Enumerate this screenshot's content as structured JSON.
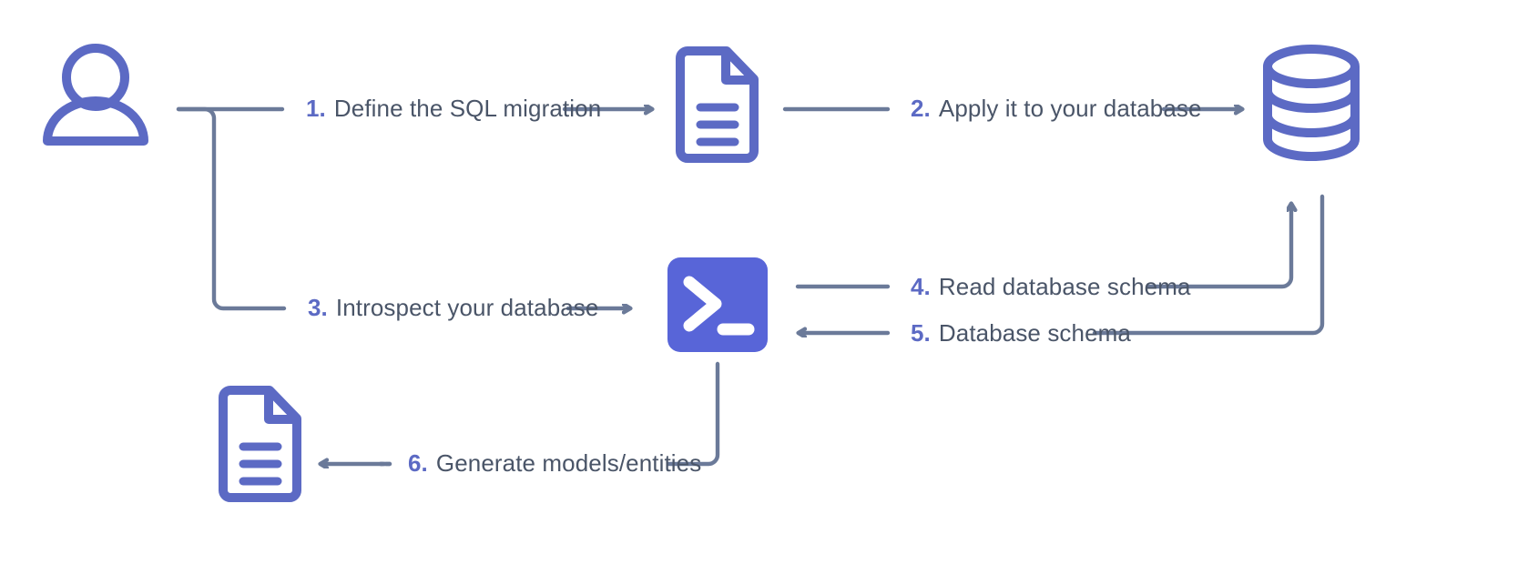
{
  "diagram": {
    "title": "SQL migration and introspection workflow",
    "colors": {
      "icon_indigo": "#5c6ac4",
      "arrow_slate": "#6b7a99",
      "label_text": "#4a5568",
      "number_blue": "#5c6ac4",
      "background": "#ffffff",
      "terminal_fill": "#5865d8",
      "terminal_glyph": "#ffffff"
    },
    "nodes": [
      {
        "id": "user",
        "icon": "user-icon",
        "label": "User"
      },
      {
        "id": "migration-file",
        "icon": "document-icon",
        "label": "SQL migration file"
      },
      {
        "id": "database",
        "icon": "database-icon",
        "label": "Database"
      },
      {
        "id": "cli",
        "icon": "terminal-icon",
        "label": "CLI terminal"
      },
      {
        "id": "models-file",
        "icon": "document-icon",
        "label": "Generated models file"
      }
    ],
    "steps": [
      {
        "number": "1.",
        "text": "Define the SQL migration",
        "from": "user",
        "to": "migration-file"
      },
      {
        "number": "2.",
        "text": "Apply it to your database",
        "from": "migration-file",
        "to": "database"
      },
      {
        "number": "3.",
        "text": "Introspect your database",
        "from": "user",
        "to": "cli"
      },
      {
        "number": "4.",
        "text": "Read database schema",
        "from": "cli",
        "to": "database"
      },
      {
        "number": "5.",
        "text": "Database schema",
        "from": "database",
        "to": "cli"
      },
      {
        "number": "6.",
        "text": "Generate models/entities",
        "from": "cli",
        "to": "models-file"
      }
    ]
  }
}
